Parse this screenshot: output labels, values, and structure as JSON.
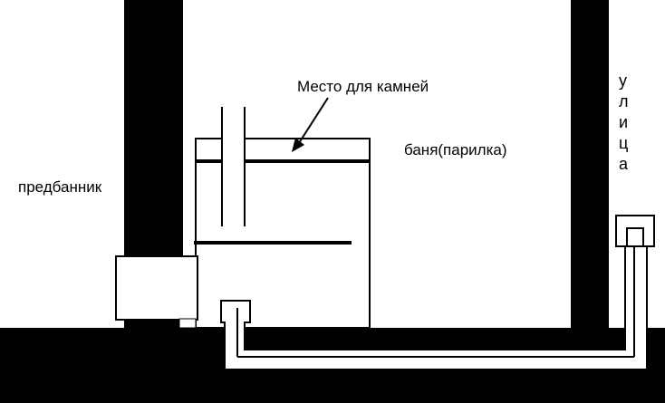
{
  "labels": {
    "stone_place": "Место для камней",
    "steam_room": "баня(парилка)",
    "dressing_room": "предбанник",
    "outside": [
      "у",
      "л",
      "и",
      "ц",
      "а"
    ]
  },
  "colors": {
    "wall": "#000000",
    "line": "#000000",
    "background": "#ffffff"
  }
}
